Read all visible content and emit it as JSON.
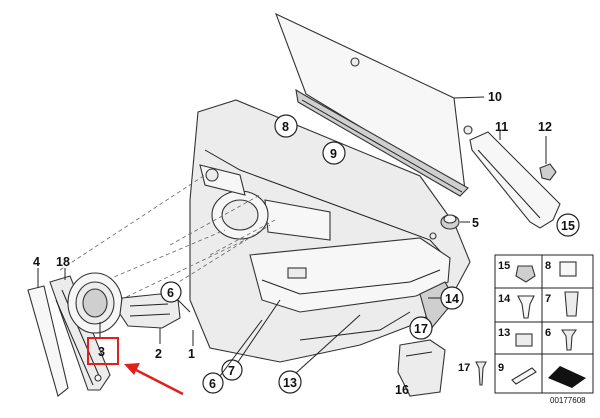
{
  "callouts": {
    "n1": "1",
    "n2": "2",
    "n3": "3",
    "n4": "4",
    "n5": "5",
    "n6": "6",
    "n7": "7",
    "n8": "8",
    "n9": "9",
    "n10": "10",
    "n11": "11",
    "n12": "12",
    "n13": "13",
    "n14": "14",
    "n15": "15",
    "n16": "16",
    "n17": "17",
    "n18": "18"
  },
  "legend": {
    "r1a": "15",
    "r1b": "8",
    "r2a": "14",
    "r2b": "7",
    "r3a": "13",
    "r3b": "6",
    "r4a": "17",
    "r4b": "9"
  },
  "reference_number": "00177608",
  "highlight": {
    "label": "3",
    "color": "#e0201b"
  }
}
